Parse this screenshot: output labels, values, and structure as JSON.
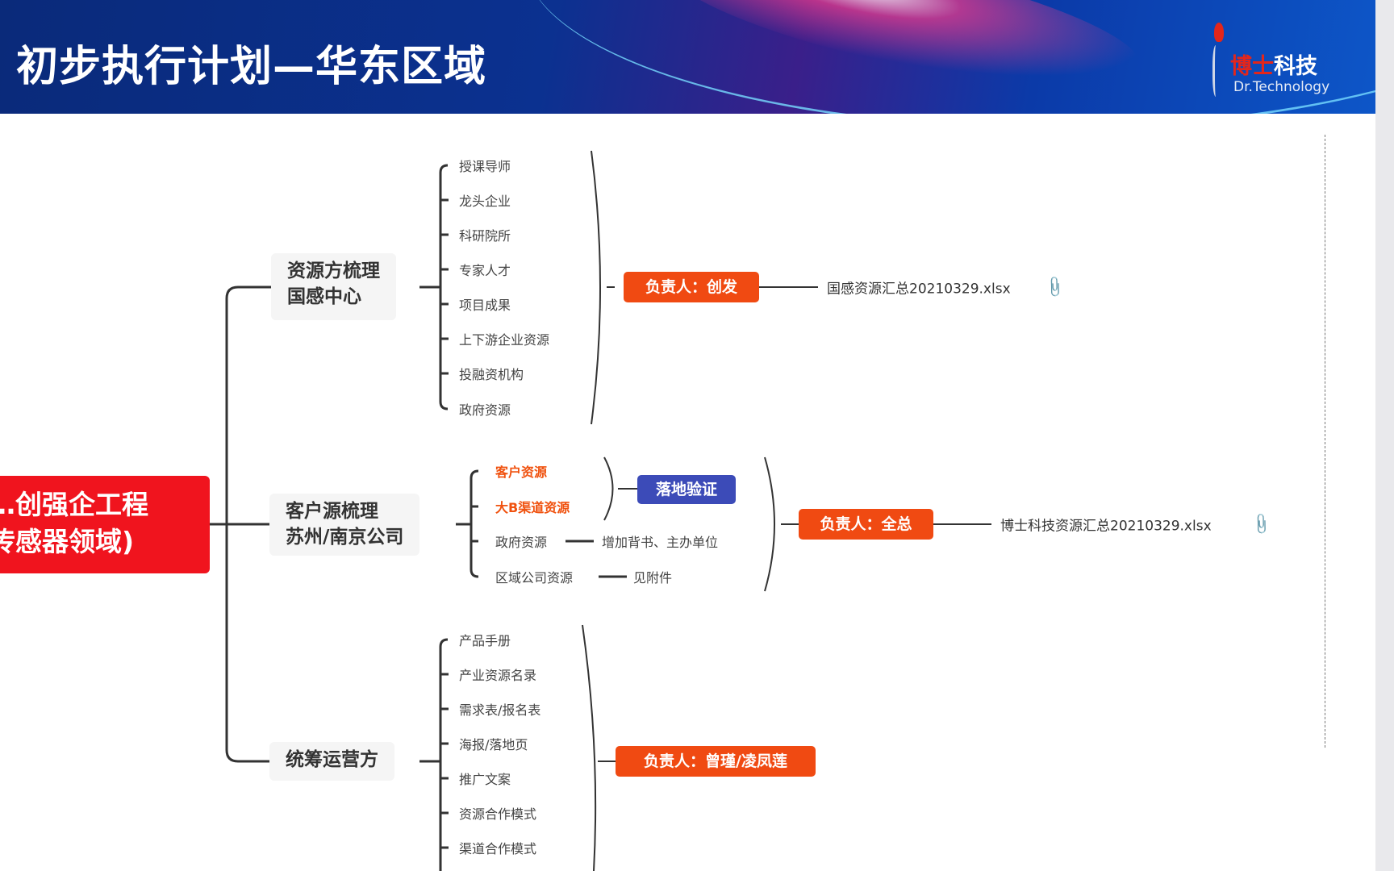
{
  "header": {
    "title": "初步执行计划—华东区域",
    "logo_cn_red": "博士",
    "logo_cn_white": "科技",
    "logo_en": "Dr.Technology"
  },
  "root": {
    "line1": "…创强企工程",
    "line2": "传感器领域)"
  },
  "branches": [
    {
      "title1": "资源方梳理",
      "title2": "国感中心",
      "items": [
        "授课导师",
        "龙头企业",
        "科研院所",
        "专家人才",
        "项目成果",
        "上下游企业资源",
        "投融资机构",
        "政府资源"
      ],
      "owner": "负责人：创发",
      "file": "国感资源汇总20210329.xlsx",
      "attachment_icon": "paperclip-icon"
    },
    {
      "title1": "客户源梳理",
      "title2": "苏州/南京公司",
      "items": [
        "客户资源",
        "大B渠道资源",
        "政府资源",
        "区域公司资源"
      ],
      "highlighted_items": [
        "客户资源",
        "大B渠道资源"
      ],
      "verify_label": "落地验证",
      "gov_note": "增加背书、主办单位",
      "region_note": "见附件",
      "owner": "负责人：全总",
      "file": "博士科技资源汇总20210329.xlsx",
      "attachment_icon": "paperclip-icon"
    },
    {
      "title1": "统筹运营方",
      "items": [
        "产品手册",
        "产业资源名录",
        "需求表/报名表",
        "海报/落地页",
        "推广文案",
        "资源合作模式",
        "渠道合作模式"
      ],
      "owner": "负责人：曾瑾/凌凤莲"
    }
  ],
  "colors": {
    "root": "#f0141e",
    "owner_pill": "#f04a12",
    "verify_pill": "#3c4bb8",
    "highlight_text": "#f0520f"
  }
}
